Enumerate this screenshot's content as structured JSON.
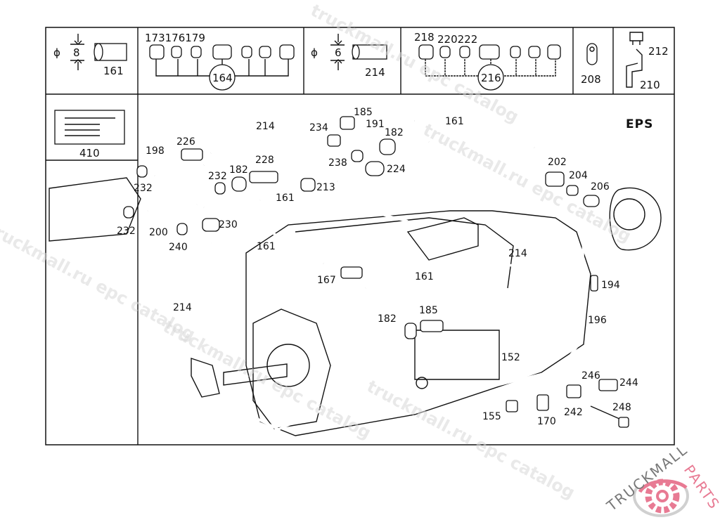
{
  "header_cells": {
    "tube_8": {
      "diameter_symbol": "ϕ",
      "diameter": "8",
      "part": "161"
    },
    "fittings_164": {
      "parts_top": "173176179",
      "group": "164"
    },
    "tube_6": {
      "diameter_symbol": "ϕ",
      "diameter": "6",
      "part": "214"
    },
    "fittings_216": {
      "part_a": "218",
      "parts_b": "220222",
      "group": "216"
    },
    "eye_208": {
      "part": "208"
    },
    "bracket": {
      "part_clip": "212",
      "part_bracket": "210"
    }
  },
  "legend_box": {
    "part": "410"
  },
  "diagram_code": "EPS",
  "callouts": [
    "214",
    "185",
    "234",
    "191",
    "182",
    "161",
    "226",
    "198",
    "238",
    "224",
    "228",
    "232",
    "182",
    "213",
    "161",
    "202",
    "204",
    "206",
    "232",
    "232",
    "200",
    "230",
    "240",
    "161",
    "214",
    "161",
    "167",
    "194",
    "214",
    "182",
    "185",
    "196",
    "152",
    "246",
    "244",
    "242",
    "170",
    "248",
    "155"
  ],
  "watermarks": [
    "truckmall.ru epc catalog",
    "truckmall.ru epc catalog",
    "truckmall.ru epc catalog",
    "truckmall.ru epc catalog",
    "truckmall.ru epc catalog"
  ],
  "logo": {
    "text_a": "TRUCKMALL",
    "text_b": "PARTS",
    "color_a": "#777777",
    "color_b": "#e87a93"
  }
}
